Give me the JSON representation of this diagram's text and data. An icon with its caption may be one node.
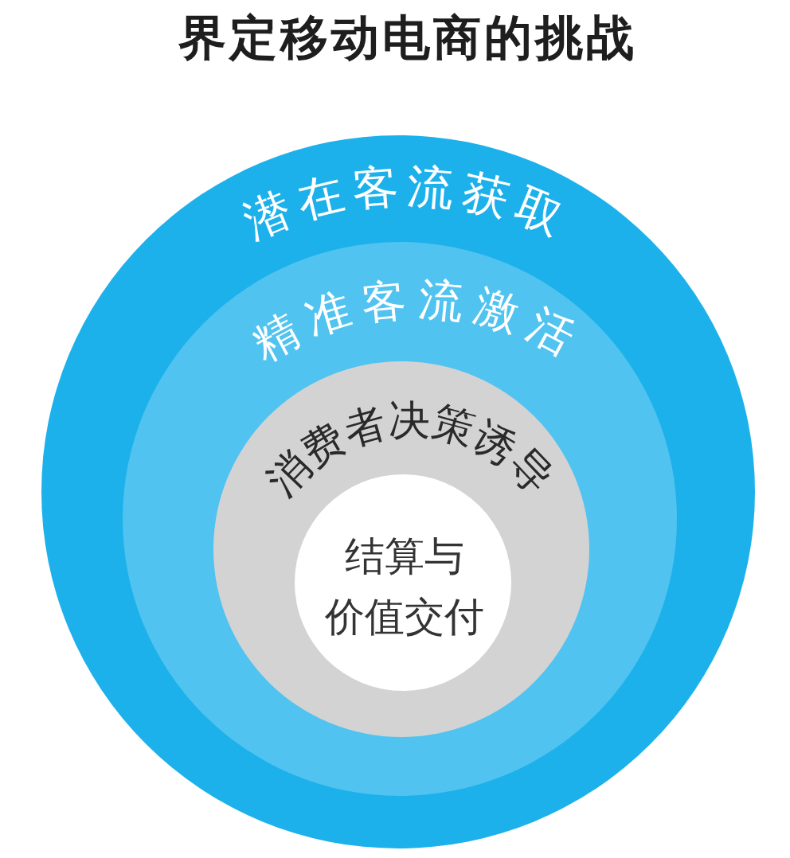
{
  "diagram": {
    "title": "界定移动电商的挑战",
    "nodes": [
      {
        "text": [
          "潜在客流获取"
        ]
      },
      {
        "text": [
          "精准客流激活"
        ],
        "in": 0
      },
      {
        "text": [
          "消费者决策诱导"
        ],
        "in": 1
      },
      {
        "text": [
          "结算与价值交付"
        ],
        "in": 2
      }
    ]
  }
}
